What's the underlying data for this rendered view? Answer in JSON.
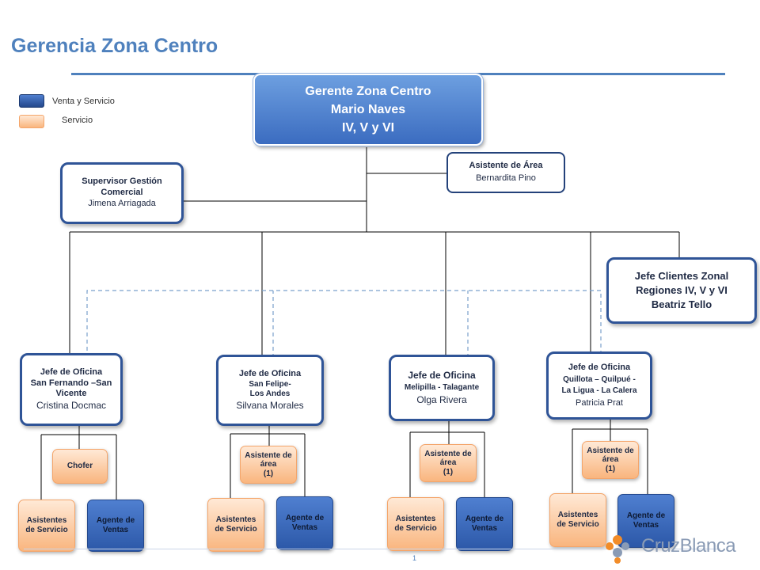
{
  "title": "Gerencia Zona Centro",
  "legend": {
    "item1": "Venta y Servicio",
    "item2": "Servicio"
  },
  "gerente": {
    "line1": "Gerente Zona Centro",
    "line2": "Mario Naves",
    "line3": "IV, V y VI"
  },
  "asistente_area": {
    "title": "Asistente de Área",
    "name": "Bernardita Pino"
  },
  "supervisor": {
    "line1": "Supervisor Gestión",
    "line2": "Comercial",
    "name": "Jimena Arriagada"
  },
  "jefe_clientes": {
    "line1": "Jefe Clientes Zonal",
    "line2": "Regiones IV, V y VI",
    "name": "Beatriz Tello"
  },
  "offices": [
    {
      "title": "Jefe de Oficina",
      "loc1": "San Fernando –San",
      "loc2": "Vicente",
      "name": "Cristina Docmac",
      "mid": "Chofer",
      "left": "Asistentes de Servicio",
      "right": "Agente de Ventas"
    },
    {
      "title": "Jefe de Oficina",
      "loc1": "San Felipe-",
      "loc2": "Los Andes",
      "name": "Silvana Morales",
      "mid1": "Asistente de",
      "mid2": "área",
      "mid3": "(1)",
      "left": "Asistentes de Servicio",
      "right": "Agente de Ventas"
    },
    {
      "title": "Jefe de Oficina",
      "loc1": "Melipilla  - Talagante",
      "name": "Olga Rivera",
      "mid1": "Asistente de",
      "mid2": "área",
      "mid3": "(1)",
      "left": "Asistentes de Servicio",
      "right": "Agente de Ventas"
    },
    {
      "title": "Jefe de Oficina",
      "loc1": "Quillota  – Quilpué -",
      "loc2": "La Ligua - La Calera",
      "name": "Patricia Prat",
      "mid1": "Asistente de",
      "mid2": "área",
      "mid3": "(1)",
      "left": "Asistentes de Servicio",
      "right": "Agente de Ventas"
    }
  ],
  "page_number": "1",
  "logo_text": "CruzBlanca",
  "colors": {
    "accent": "#4f81bd",
    "venta": "#2c58a8",
    "servicio": "#f9b57e",
    "dashed": "#7aa0cc"
  }
}
